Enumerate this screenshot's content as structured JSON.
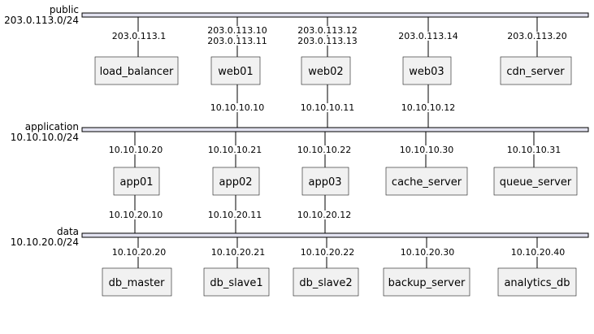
{
  "networks": [
    {
      "id": "public",
      "name": "public",
      "cidr": "203.0.113.0/24"
    },
    {
      "id": "application",
      "name": "application",
      "cidr": "10.10.10.0/24"
    },
    {
      "id": "data",
      "name": "data",
      "cidr": "10.10.20.0/24"
    }
  ],
  "nodes": [
    {
      "id": "load_balancer",
      "label": "load_balancer"
    },
    {
      "id": "web01",
      "label": "web01"
    },
    {
      "id": "web02",
      "label": "web02"
    },
    {
      "id": "web03",
      "label": "web03"
    },
    {
      "id": "cdn_server",
      "label": "cdn_server"
    },
    {
      "id": "app01",
      "label": "app01"
    },
    {
      "id": "app02",
      "label": "app02"
    },
    {
      "id": "app03",
      "label": "app03"
    },
    {
      "id": "cache_server",
      "label": "cache_server"
    },
    {
      "id": "queue_server",
      "label": "queue_server"
    },
    {
      "id": "db_master",
      "label": "db_master"
    },
    {
      "id": "db_slave1",
      "label": "db_slave1"
    },
    {
      "id": "db_slave2",
      "label": "db_slave2"
    },
    {
      "id": "backup_server",
      "label": "backup_server"
    },
    {
      "id": "analytics_db",
      "label": "analytics_db"
    }
  ],
  "links": [
    {
      "node": "load_balancer",
      "network": "public",
      "addresses": [
        "203.0.113.1"
      ]
    },
    {
      "node": "web01",
      "network": "public",
      "addresses": [
        "203.0.113.10",
        "203.0.113.11"
      ]
    },
    {
      "node": "web02",
      "network": "public",
      "addresses": [
        "203.0.113.12",
        "203.0.113.13"
      ]
    },
    {
      "node": "web03",
      "network": "public",
      "addresses": [
        "203.0.113.14"
      ]
    },
    {
      "node": "cdn_server",
      "network": "public",
      "addresses": [
        "203.0.113.20"
      ]
    },
    {
      "node": "web01",
      "network": "application",
      "addresses": [
        "10.10.10.10"
      ]
    },
    {
      "node": "web02",
      "network": "application",
      "addresses": [
        "10.10.10.11"
      ]
    },
    {
      "node": "web03",
      "network": "application",
      "addresses": [
        "10.10.10.12"
      ]
    },
    {
      "node": "app01",
      "network": "application",
      "addresses": [
        "10.10.10.20"
      ]
    },
    {
      "node": "app02",
      "network": "application",
      "addresses": [
        "10.10.10.21"
      ]
    },
    {
      "node": "app03",
      "network": "application",
      "addresses": [
        "10.10.10.22"
      ]
    },
    {
      "node": "cache_server",
      "network": "application",
      "addresses": [
        "10.10.10.30"
      ]
    },
    {
      "node": "queue_server",
      "network": "application",
      "addresses": [
        "10.10.10.31"
      ]
    },
    {
      "node": "app01",
      "network": "data",
      "addresses": [
        "10.10.20.10"
      ]
    },
    {
      "node": "app02",
      "network": "data",
      "addresses": [
        "10.10.20.11"
      ]
    },
    {
      "node": "app03",
      "network": "data",
      "addresses": [
        "10.10.20.12"
      ]
    },
    {
      "node": "db_master",
      "network": "data",
      "addresses": [
        "10.10.20.20"
      ]
    },
    {
      "node": "db_slave1",
      "network": "data",
      "addresses": [
        "10.10.20.21"
      ]
    },
    {
      "node": "db_slave2",
      "network": "data",
      "addresses": [
        "10.10.20.22"
      ]
    },
    {
      "node": "backup_server",
      "network": "data",
      "addresses": [
        "10.10.20.30"
      ]
    },
    {
      "node": "analytics_db",
      "network": "data",
      "addresses": [
        "10.10.20.40"
      ]
    }
  ]
}
